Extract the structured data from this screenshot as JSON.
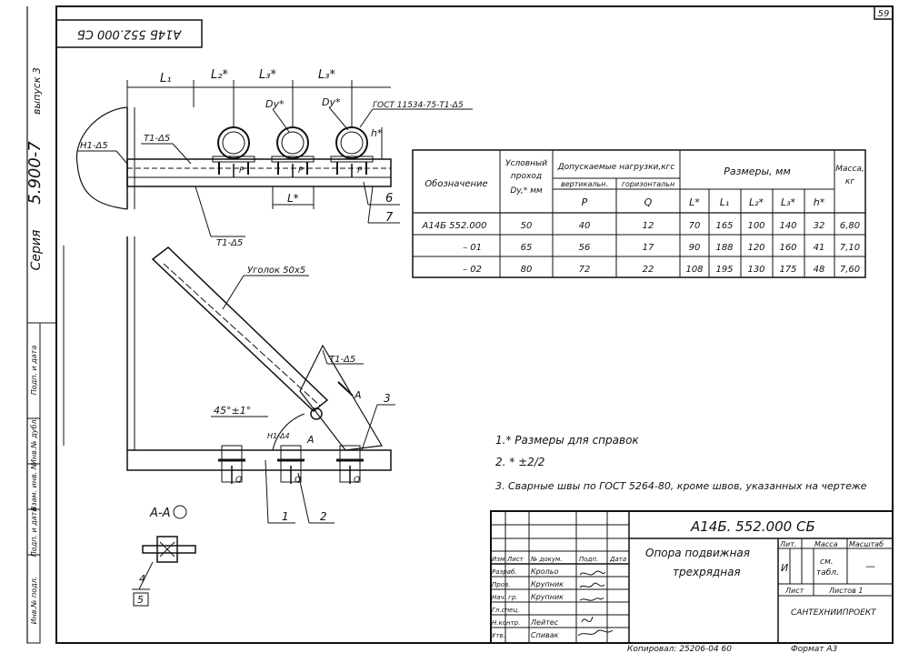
{
  "sheet_number": "59",
  "stamp_code": "А14Б 552.000 СБ",
  "side": {
    "series": "Серия",
    "code": "5.900-7",
    "issue": "выпуск 3"
  },
  "side_columns": [
    "Инв.№ подл.",
    "Подп. и дата",
    "Взам. инв. №",
    "Инв.№ дубл.",
    "Подп. и дата"
  ],
  "dims_top": {
    "l1": "L₁",
    "l2": "L₂*",
    "l3a": "L₃*",
    "l3b": "L₃*",
    "dy1": "Dy*",
    "dy2": "Dy*",
    "h": "h*",
    "l": "L*"
  },
  "callouts": {
    "gost_top": "ГОСТ 11534-75-Т1-Δ5",
    "n1": "Н1-Δ5",
    "t1": "Т1-Δ5",
    "t1b": "Т1-Δ5",
    "t1c": "Т1-Δ5",
    "ugolok": "Уголок 50х5",
    "angle": "45°±1°",
    "h1": "Н1-Δ4",
    "section_mark": "А",
    "section_mark2": "А",
    "section": "А-А",
    "p": "P",
    "q": "Q"
  },
  "leaders": {
    "n1": "1",
    "n2": "2",
    "n3": "3",
    "n4": "4",
    "n5": "5",
    "n6": "6",
    "n7": "7"
  },
  "table": {
    "headers": {
      "designation": "Обозначение",
      "passage_l1": "Условный",
      "passage_l2": "проход",
      "passage_l3": "Dy,* мм",
      "loads": "Допускаемые нагрузки,кгс",
      "vertical": "вертикальн.",
      "horizontal": "горизонтальн",
      "p": "P",
      "q": "Q",
      "sizes": "Размеры, мм",
      "L": "L*",
      "L1": "L₁",
      "L2": "L₂*",
      "L3": "L₃*",
      "h": "h*",
      "mass_l1": "Масса,",
      "mass_l2": "кг"
    },
    "rows": [
      {
        "designation": "А14Б 552.000",
        "dy": "50",
        "p": "40",
        "q": "12",
        "L": "70",
        "L1": "165",
        "L2": "100",
        "L3": "140",
        "h": "32",
        "mass": "6,80"
      },
      {
        "designation": "– 01",
        "dy": "65",
        "p": "56",
        "q": "17",
        "L": "90",
        "L1": "188",
        "L2": "120",
        "L3": "160",
        "h": "41",
        "mass": "7,10"
      },
      {
        "designation": "– 02",
        "dy": "80",
        "p": "72",
        "q": "22",
        "L": "108",
        "L1": "195",
        "L2": "130",
        "L3": "175",
        "h": "48",
        "mass": "7,60"
      }
    ]
  },
  "notes": {
    "n1": "1.* Размеры для справок",
    "n2": "2. * ±2/2",
    "n3": "3. Сварные швы по ГОСТ 5264-80, кроме швов, указанных на чертеже"
  },
  "title_block": {
    "code": "А14Б. 552.000 СБ",
    "name_l1": "Опора подвижная",
    "name_l2": "трехрядная",
    "head": {
      "izm": "Изм",
      "list": "Лист",
      "doc": "№ докум.",
      "sign": "Подп.",
      "date": "Дата"
    },
    "roles": [
      {
        "role": "Разраб.",
        "name": "Крольо"
      },
      {
        "role": "Пров.",
        "name": "Крупник"
      },
      {
        "role": "Нач. гр.",
        "name": "Крупник"
      },
      {
        "role": "Гл.спец.",
        "name": ""
      },
      {
        "role": "Н.контр.",
        "name": "Лейтес"
      },
      {
        "role": "Утв.",
        "name": "Спивак"
      }
    ],
    "lit": "Лит.",
    "massa": "Масса",
    "masshtab": "Масштаб",
    "lit_val": "И",
    "massa_val1": "см.",
    "massa_val2": "табл.",
    "masshtab_val": "—",
    "sheet": "Лист",
    "sheets": "Листов 1",
    "org": "САНТЕХНИИПРОЕКТ"
  },
  "footer": {
    "copied": "Копировал: 25206-04 60",
    "format": "Формат А3"
  }
}
